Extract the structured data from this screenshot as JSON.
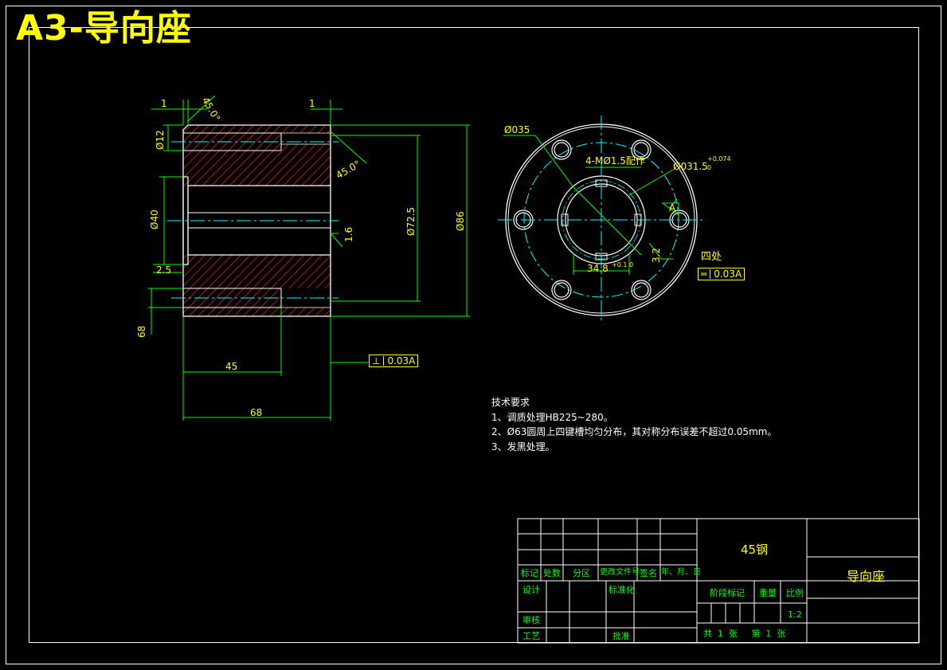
{
  "header": {
    "title": "A3-导向座"
  },
  "colors": {
    "background": "#000000",
    "outline": "#ffffff",
    "dimension": "#00ff00",
    "text": "#ffff00",
    "hatch": "#ff2020",
    "centerline": "#00ffff"
  },
  "front_view": {
    "dims": {
      "top_left_1": "1",
      "chamfer_angle_top": "45.0°",
      "top_right_1": "1",
      "chamfer_angle_right": "45.0°",
      "d12": "Ø12",
      "d40": "Ø40",
      "d72_5": "Ø72.5",
      "d86": "Ø86",
      "d2_5": "2.5",
      "d68_v": "68",
      "len45": "45",
      "len68": "68",
      "roughness": "1.6"
    },
    "perp_tolerance": {
      "symbol": "⊥",
      "value": "0.03A"
    }
  },
  "side_view": {
    "dims": {
      "d35": "Ø035",
      "holes": "4-MØ1.5配作",
      "d31_5": "Ø031.5",
      "tol_upper": "+0.074",
      "tol_lower": "0",
      "datum": "A",
      "key_width": "34.8",
      "key_tol": "+0.1 0",
      "roughness": "3.2"
    },
    "note_four": "四处",
    "sym_tolerance": {
      "symbol": "═",
      "value": "0.03A"
    }
  },
  "tech_requirements": {
    "title": "技术要求",
    "items": [
      "1、调质处理HB225~280。",
      "2、Ø63圆周上四键槽均匀分布，其对称分布误差不超过0.05mm。",
      "3、发黑处理。"
    ]
  },
  "title_block": {
    "material": "45钢",
    "part_name": "导向座",
    "headers": [
      "标记",
      "处数",
      "分区",
      "更改文件号",
      "签名",
      "年、月、日"
    ],
    "design": "设计",
    "standardize": "标准化",
    "stage_mark": "阶段标记",
    "weight": "重量",
    "scale_label": "比例",
    "scale": "1:2",
    "review": "审核",
    "process": "工艺",
    "approve": "批准",
    "sheets": "共  1  张     第  1  张"
  }
}
